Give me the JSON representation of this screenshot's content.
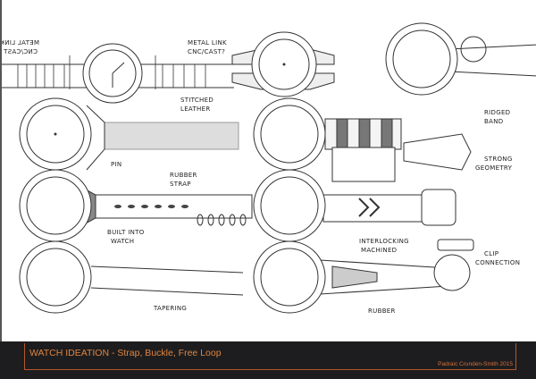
{
  "footer": {
    "title": "WATCH IDEATION - Strap, Buckle, Free Loop",
    "credit": "Padraic Crunden-Smith 2015"
  },
  "annotations": {
    "metal_link_mirrored_1": "METAL LINK",
    "metal_link_mirrored_2": "CNC/CAST",
    "metal_link_1": "METAL LINK",
    "metal_link_2": "CNC/CAST?",
    "stitched_1": "STITCHED",
    "stitched_2": "LEATHER",
    "pin": "PIN",
    "rubber_strap_1": "RUBBER",
    "rubber_strap_2": "STRAP",
    "built_in_1": "BUILT INTO",
    "built_in_2": "WATCH",
    "tapering": "TAPERING",
    "ridged_1": "RIDGED",
    "ridged_2": "BAND",
    "strong_1": "STRONG",
    "strong_2": "GEOMETRY",
    "interlocking_1": "INTERLOCKING",
    "interlocking_2": "MACHINED",
    "clip_1": "CLIP",
    "clip_2": "CONNECTION",
    "rubber": "RUBBER"
  },
  "colors": {
    "accent": "#e0843f",
    "footer_bg": "#1d1d1f"
  }
}
